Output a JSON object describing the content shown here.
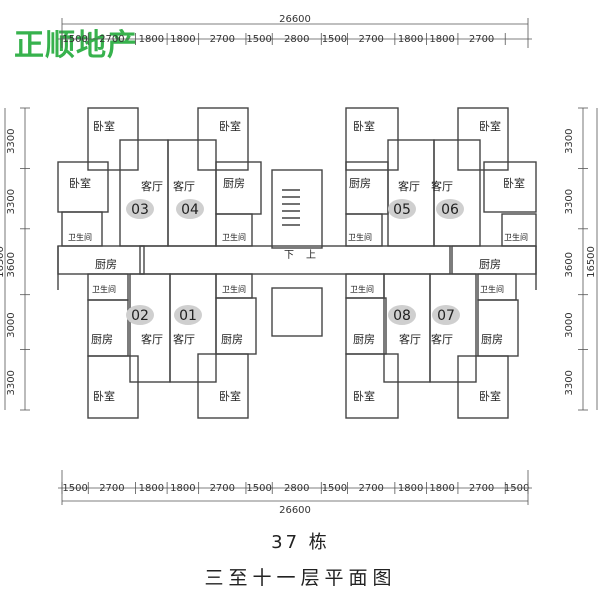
{
  "watermark": "正顺地产",
  "dimensions": {
    "total_width": "26600",
    "total_depth": "16500",
    "top_segments": [
      "1500",
      "2700",
      "1800",
      "1800",
      "2700",
      "1500",
      "2800",
      "1500",
      "2700",
      "1800",
      "1800",
      "2700"
    ],
    "bottom_segments": [
      "1500",
      "2700",
      "1800",
      "1800",
      "2700",
      "1500",
      "2800",
      "1500",
      "2700",
      "1800",
      "1800",
      "2700",
      "1500"
    ],
    "left_segments": [
      "3300",
      "3300",
      "3600",
      "3000",
      "3300"
    ],
    "right_segments": [
      "3300",
      "3300",
      "3600",
      "3000",
      "3300"
    ]
  },
  "units": [
    "03",
    "04",
    "05",
    "06",
    "02",
    "01",
    "08",
    "07"
  ],
  "rooms": {
    "bedroom": "卧室",
    "living": "客厅",
    "kitchen": "厨房",
    "bathroom": "卫生间"
  },
  "stair": {
    "down": "下",
    "up": "上"
  },
  "captions": {
    "building": "37 栋",
    "floor": "三至十一层平面图"
  }
}
